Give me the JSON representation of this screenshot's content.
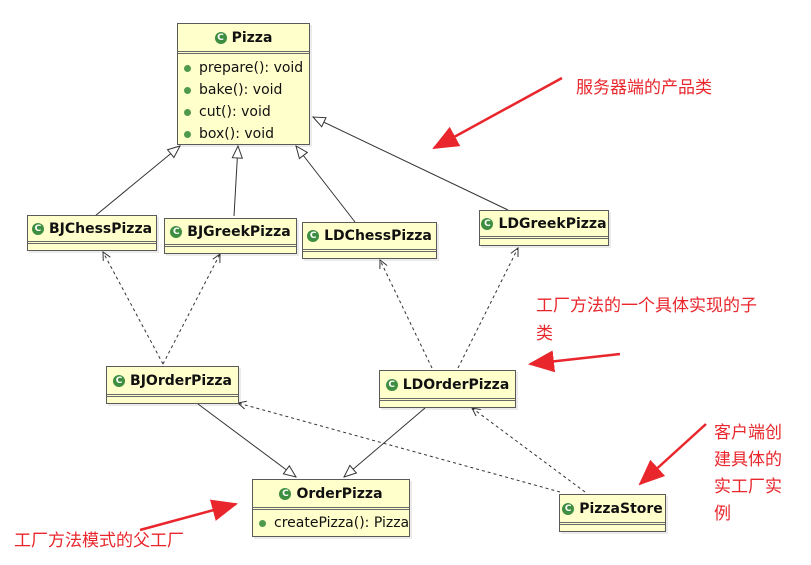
{
  "icon_glyph": "C",
  "classes": {
    "pizza": {
      "name": "Pizza",
      "methods": [
        "prepare(): void",
        "bake(): void",
        "cut(): void",
        "box(): void"
      ]
    },
    "bjchess": {
      "name": "BJChessPizza"
    },
    "bjgreek": {
      "name": "BJGreekPizza"
    },
    "ldchess": {
      "name": "LDChessPizza"
    },
    "ldgreek": {
      "name": "LDGreekPizza"
    },
    "bjorder": {
      "name": "BJOrderPizza"
    },
    "ldorder": {
      "name": "LDOrderPizza"
    },
    "orderpizza": {
      "name": "OrderPizza",
      "methods": [
        "createPizza(): Pizza"
      ]
    },
    "pizzastore": {
      "name": "PizzaStore"
    }
  },
  "annotations": {
    "server_products": "服务器端的产品类",
    "factory_method_line1": "工厂方法的一个具体实现的子",
    "factory_method_line2": "类",
    "client_line1": "客户端创",
    "client_line2": "建具体的",
    "client_line3": "实工厂实",
    "client_line4": "例",
    "parent_factory": "工厂方法模式的父工厂"
  },
  "colors": {
    "class_fill": "#ffffcc",
    "annotation": "#e8262c",
    "icon": "#3e8e41"
  }
}
